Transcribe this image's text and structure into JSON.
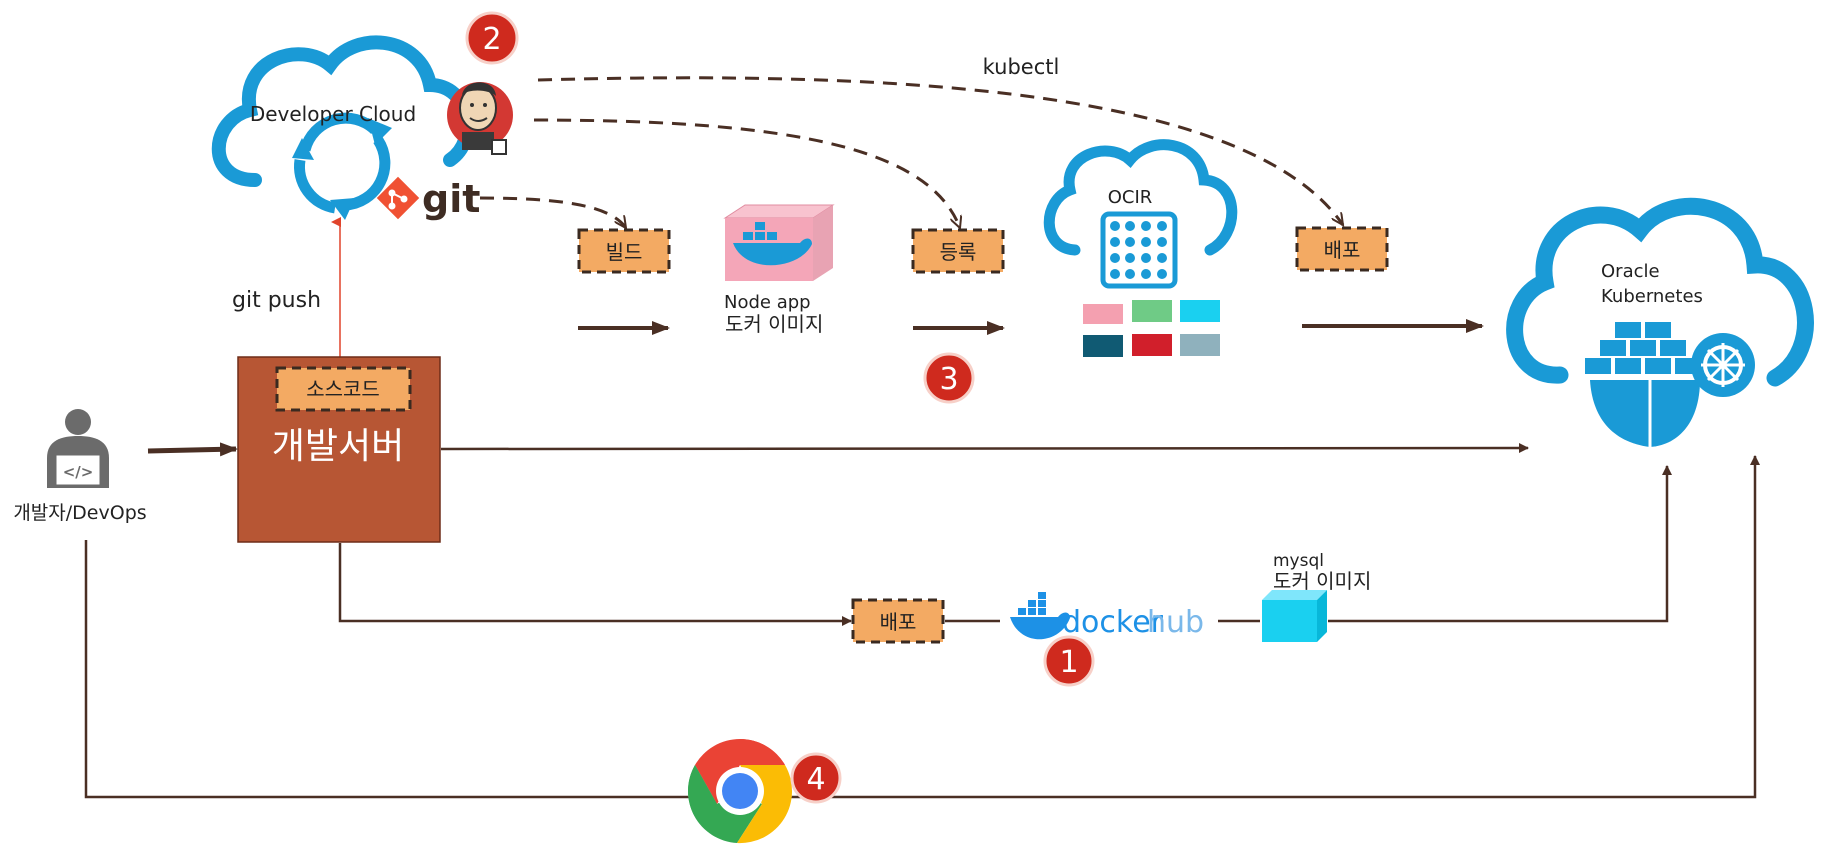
{
  "labels": {
    "developer_cloud": "Developer Cloud",
    "git": "git",
    "git_push": "git push",
    "kubectl": "kubectl",
    "build": "빌드",
    "register": "등록",
    "deploy_top": "배포",
    "deploy_bottom": "배포",
    "node_app_line1": "Node app",
    "node_app_line2": "도커 이미지",
    "ocir": "OCIR",
    "oracle_line1": "Oracle",
    "oracle_line2": "Kubernetes",
    "source_code": "소스코드",
    "dev_server": "개발서버",
    "developer": "개발자/DevOps",
    "docker_hub_word1": "docker",
    "docker_hub_word2": "hub",
    "mysql_line1": "mysql",
    "mysql_line2": "도커 이미지"
  },
  "steps": [
    "1",
    "2",
    "3",
    "4"
  ],
  "colors": {
    "arrow": "#4a2f24",
    "cloud": "#1a9ad6",
    "server_fill": "#b75634",
    "label_fill": "#f3aa63",
    "step_badge": "#cf2a1e",
    "git_red": "#f05133",
    "docker_blue": "#1d91e6",
    "ocir_blocks": [
      "#f4a0b0",
      "#6fcb86",
      "#1ad0f0",
      "#105a73",
      "#d11f2b",
      "#8fb1bd"
    ]
  }
}
